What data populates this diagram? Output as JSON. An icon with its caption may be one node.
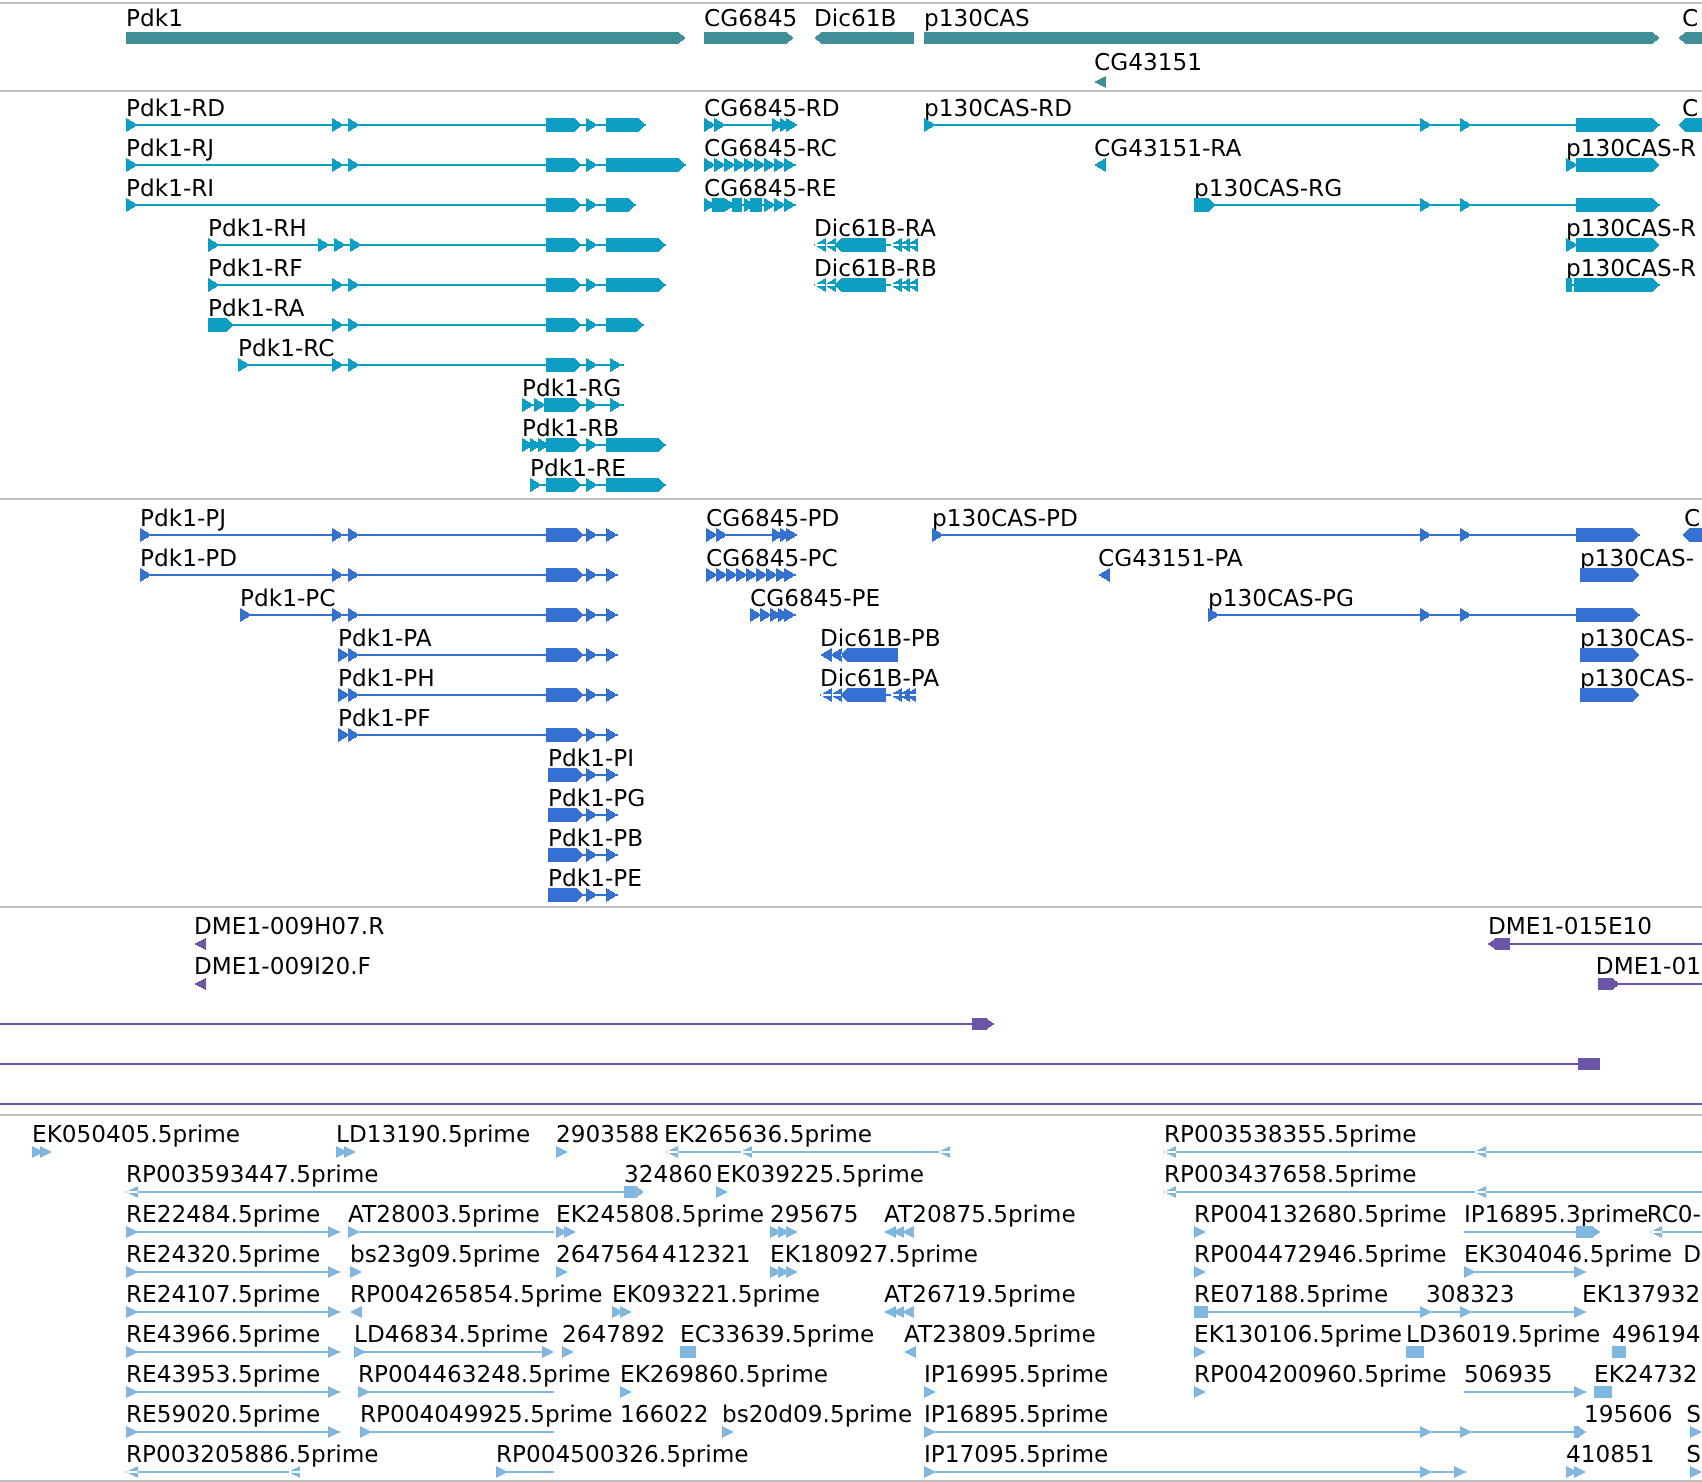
{
  "diagram": {
    "nodes": [
      {
        "text": [
          "Pdk1"
        ]
      },
      {
        "text": [
          "CG6845"
        ]
      },
      {
        "text": [
          "Dic61B"
        ]
      },
      {
        "text": [
          "p130CAS"
        ]
      },
      {
        "text": [
          "C"
        ]
      },
      {
        "text": [
          "CG43151"
        ]
      },
      {
        "text": [
          "Pdk1-RD"
        ]
      },
      {
        "text": [
          "CG6845-RD"
        ]
      },
      {
        "text": [
          "p130CAS-RD"
        ]
      },
      {
        "text": [
          "C"
        ]
      },
      {
        "text": [
          "Pdk1-RJ"
        ]
      },
      {
        "text": [
          "CG6845-RC"
        ]
      },
      {
        "text": [
          "CG43151-RA"
        ]
      },
      {
        "text": [
          "p130CAS-R"
        ]
      },
      {
        "text": [
          "Pdk1-RI"
        ]
      },
      {
        "text": [
          "CG6845-RE"
        ]
      },
      {
        "text": [
          "p130CAS-RG"
        ]
      },
      {
        "text": [
          "Pdk1-RH"
        ]
      },
      {
        "text": [
          "Dic61B-RA"
        ]
      },
      {
        "text": [
          "p130CAS-R"
        ]
      },
      {
        "text": [
          "Pdk1-RF"
        ]
      },
      {
        "text": [
          "Dic61B-RB"
        ]
      },
      {
        "text": [
          "p130CAS-R"
        ]
      },
      {
        "text": [
          "Pdk1-RA"
        ]
      },
      {
        "text": [
          "Pdk1-RC"
        ]
      },
      {
        "text": [
          "Pdk1-RG"
        ]
      },
      {
        "text": [
          "Pdk1-RB"
        ]
      },
      {
        "text": [
          "Pdk1-RE"
        ]
      },
      {
        "text": [
          "Pdk1-PJ"
        ]
      },
      {
        "text": [
          "CG6845-PD"
        ]
      },
      {
        "text": [
          "p130CAS-PD"
        ]
      },
      {
        "text": [
          "C"
        ]
      },
      {
        "text": [
          "Pdk1-PD"
        ]
      },
      {
        "text": [
          "CG6845-PC"
        ]
      },
      {
        "text": [
          "CG43151-PA"
        ]
      },
      {
        "text": [
          "p130CAS-"
        ]
      },
      {
        "text": [
          "Pdk1-PC"
        ]
      },
      {
        "text": [
          "CG6845-PE"
        ]
      },
      {
        "text": [
          "p130CAS-PG"
        ]
      },
      {
        "text": [
          "Pdk1-PA"
        ]
      },
      {
        "text": [
          "Dic61B-PB"
        ]
      },
      {
        "text": [
          "p130CAS-"
        ]
      },
      {
        "text": [
          "Pdk1-PH"
        ]
      },
      {
        "text": [
          "Dic61B-PA"
        ]
      },
      {
        "text": [
          "p130CAS-"
        ]
      },
      {
        "text": [
          "Pdk1-PF"
        ]
      },
      {
        "text": [
          "Pdk1-PI"
        ]
      },
      {
        "text": [
          "Pdk1-PG"
        ]
      },
      {
        "text": [
          "Pdk1-PB"
        ]
      },
      {
        "text": [
          "Pdk1-PE"
        ]
      },
      {
        "text": [
          "DME1-009H07.R"
        ]
      },
      {
        "text": [
          "DME1-015E10"
        ]
      },
      {
        "text": [
          "DME1-009I20.F"
        ]
      },
      {
        "text": [
          "DME1-01"
        ]
      },
      {
        "text": [],
        "shape": "bar"
      },
      {
        "text": [],
        "shape": "bar"
      },
      {
        "text": [],
        "shape": "bar"
      },
      {
        "text": [
          "EK050405.5prime"
        ]
      },
      {
        "text": [
          "LD13190.5prime"
        ]
      },
      {
        "text": [
          "2903588"
        ]
      },
      {
        "text": [
          "EK265636.5prime"
        ]
      },
      {
        "text": [
          "RP003538355.5prime"
        ]
      },
      {
        "text": [
          "RP003593447.5prime"
        ]
      },
      {
        "text": [
          "324860"
        ]
      },
      {
        "text": [
          "EK039225.5prime"
        ]
      },
      {
        "text": [
          "RP003437658.5prime"
        ]
      },
      {
        "text": [
          "RE22484.5prime"
        ]
      },
      {
        "text": [
          "AT28003.5prime"
        ]
      },
      {
        "text": [
          "EK245808.5prime"
        ]
      },
      {
        "text": [
          "295675"
        ]
      },
      {
        "text": [
          "AT20875.5prime"
        ]
      },
      {
        "text": [
          "RP004132680.5prime"
        ]
      },
      {
        "text": [
          "IP16895.3prime"
        ]
      },
      {
        "text": [
          "RC0-"
        ]
      },
      {
        "text": [
          "RE24320.5prime"
        ]
      },
      {
        "text": [
          "bs23g09.5prime"
        ]
      },
      {
        "text": [
          "2647564"
        ]
      },
      {
        "text": [
          "412321"
        ]
      },
      {
        "text": [
          "EK180927.5prime"
        ]
      },
      {
        "text": [
          "RP004472946.5prime"
        ]
      },
      {
        "text": [
          "EK304046.5prime"
        ]
      },
      {
        "text": [
          "D"
        ]
      },
      {
        "text": [
          "RE24107.5prime"
        ]
      },
      {
        "text": [
          "RP004265854.5prime"
        ]
      },
      {
        "text": [
          "EK093221.5prime"
        ]
      },
      {
        "text": [
          "AT26719.5prime"
        ]
      },
      {
        "text": [
          "RE07188.5prime"
        ]
      },
      {
        "text": [
          "308323"
        ]
      },
      {
        "text": [
          "EK137932"
        ]
      },
      {
        "text": [
          "RE43966.5prime"
        ]
      },
      {
        "text": [
          "LD46834.5prime"
        ]
      },
      {
        "text": [
          "2647892"
        ]
      },
      {
        "text": [
          "EC33639.5prime"
        ]
      },
      {
        "text": [
          "AT23809.5prime"
        ]
      },
      {
        "text": [
          "EK130106.5prime"
        ]
      },
      {
        "text": [
          "LD36019.5prime"
        ]
      },
      {
        "text": [
          "496194"
        ]
      },
      {
        "text": [
          "RE43953.5prime"
        ]
      },
      {
        "text": [
          "RP004463248.5prime"
        ]
      },
      {
        "text": [
          "EK269860.5prime"
        ]
      },
      {
        "text": [
          "IP16995.5prime"
        ]
      },
      {
        "text": [
          "RP004200960.5prime"
        ]
      },
      {
        "text": [
          "506935"
        ]
      },
      {
        "text": [
          "EK24732"
        ]
      },
      {
        "text": [
          "RE59020.5prime"
        ]
      },
      {
        "text": [
          "RP004049925.5prime"
        ]
      },
      {
        "text": [
          "166022"
        ]
      },
      {
        "text": [
          "bs20d09.5prime"
        ]
      },
      {
        "text": [
          "IP16895.5prime"
        ]
      },
      {
        "text": [
          "195606"
        ]
      },
      {
        "text": [
          "S"
        ]
      },
      {
        "text": [
          "RP003205886.5prime"
        ]
      },
      {
        "text": [
          "RP004500326.5prime"
        ]
      },
      {
        "text": [
          "IP17095.5prime"
        ]
      },
      {
        "text": [
          "410851"
        ]
      },
      {
        "text": [
          "S"
        ]
      }
    ]
  }
}
